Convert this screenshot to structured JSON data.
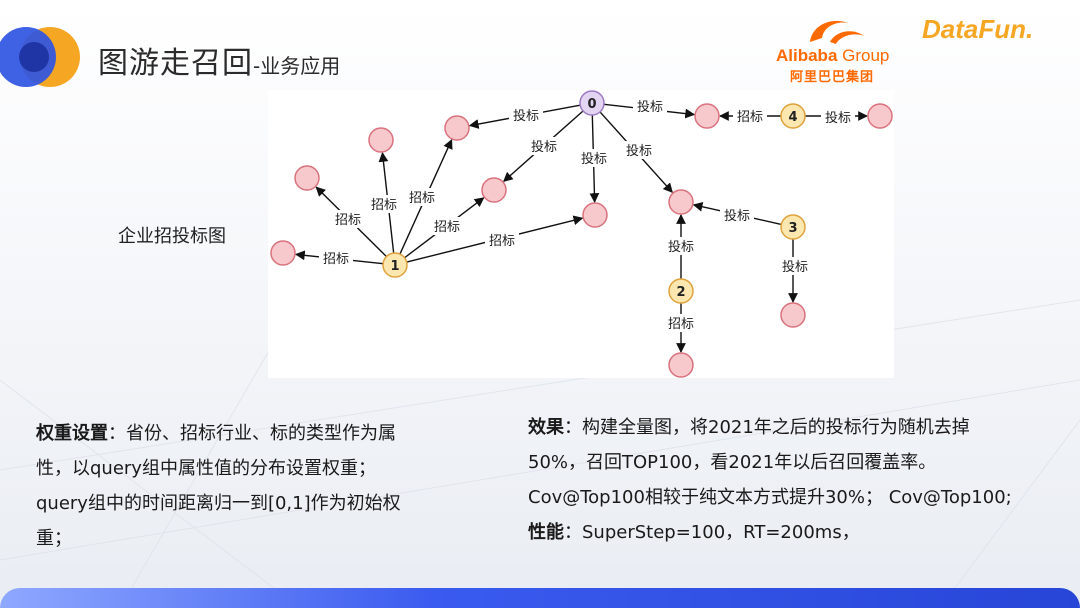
{
  "slide": {
    "title_main": "图游走召回",
    "title_sub": "-业务应用",
    "brand_alibaba": "Alibaba",
    "brand_group": "Group",
    "brand_alibaba_cn": "阿里巴巴集团",
    "brand_datafun": "DataFun.",
    "graph_label": "企业招投标图"
  },
  "colors": {
    "accent_blue": "#2746d8",
    "accent_orange": "#f5a623",
    "alibaba_orange": "#ff6a00",
    "node_pink": "#f8c9cc",
    "node_pink_stroke": "#d9737e",
    "node_yellow": "#fde7b0",
    "node_yellow_stroke": "#e0a23c",
    "node_purple": "#e3d4f2",
    "node_purple_stroke": "#9c7ac2"
  },
  "diagram": {
    "nodes": [
      {
        "id": "n0",
        "label": "0",
        "kind": "purple"
      },
      {
        "id": "n1",
        "label": "1",
        "kind": "yellow"
      },
      {
        "id": "n2",
        "label": "2",
        "kind": "yellow"
      },
      {
        "id": "n3",
        "label": "3",
        "kind": "yellow"
      },
      {
        "id": "n4",
        "label": "4",
        "kind": "yellow"
      },
      {
        "id": "p1",
        "label": "",
        "kind": "pink"
      },
      {
        "id": "p2",
        "label": "",
        "kind": "pink"
      },
      {
        "id": "p3",
        "label": "",
        "kind": "pink"
      },
      {
        "id": "p4",
        "label": "",
        "kind": "pink"
      },
      {
        "id": "p5",
        "label": "",
        "kind": "pink"
      },
      {
        "id": "p6",
        "label": "",
        "kind": "pink"
      },
      {
        "id": "p7",
        "label": "",
        "kind": "pink"
      },
      {
        "id": "p8",
        "label": "",
        "kind": "pink"
      },
      {
        "id": "p9",
        "label": "",
        "kind": "pink"
      },
      {
        "id": "p10",
        "label": "",
        "kind": "pink"
      },
      {
        "id": "p11",
        "label": "",
        "kind": "pink"
      },
      {
        "id": "p12",
        "label": "",
        "kind": "pink"
      }
    ],
    "edges": [
      {
        "from": "n0",
        "to": "p1",
        "label": "投标"
      },
      {
        "from": "n0",
        "to": "p2",
        "label": "投标"
      },
      {
        "from": "n0",
        "to": "p3",
        "label": "投标"
      },
      {
        "from": "n0",
        "to": "p6",
        "label": "投标"
      },
      {
        "from": "n0",
        "to": "p9",
        "label": "投标"
      },
      {
        "from": "n4",
        "to": "p9",
        "label": "招标"
      },
      {
        "from": "n4",
        "to": "p10",
        "label": "投标"
      },
      {
        "from": "n1",
        "to": "p4",
        "label": "招标"
      },
      {
        "from": "n1",
        "to": "p5",
        "label": "招标"
      },
      {
        "from": "n1",
        "to": "p1",
        "label": "招标"
      },
      {
        "from": "n1",
        "to": "p2",
        "label": "招标"
      },
      {
        "from": "n1",
        "to": "p3",
        "label": "招标"
      },
      {
        "from": "n1",
        "to": "p7",
        "label": "招标"
      },
      {
        "from": "n3",
        "to": "p6",
        "label": "投标"
      },
      {
        "from": "n3",
        "to": "p11",
        "label": "投标"
      },
      {
        "from": "n2",
        "to": "p6",
        "label": "投标"
      },
      {
        "from": "n2",
        "to": "p12",
        "label": "招标"
      }
    ]
  },
  "left_text": {
    "bold": "权重设置",
    "line1": "：省份、招标行业、标的类型作为属",
    "line2": "性，以query组中属性值的分布设置权重；",
    "line3": "query组中的时间距离归一到[0,1]作为初始权",
    "line4": "重；"
  },
  "right_text": {
    "bold1": "效果",
    "line1": "：构建全量图，将2021年之后的投标行为随机去掉",
    "line2": "50%，召回TOP100，看2021年以后召回覆盖率。",
    "line3": "Cov@Top100相较于纯文本方式提升30%； Cov@Top100;",
    "bold2": "性能",
    "line4": "：SuperStep=100，RT=200ms，"
  }
}
